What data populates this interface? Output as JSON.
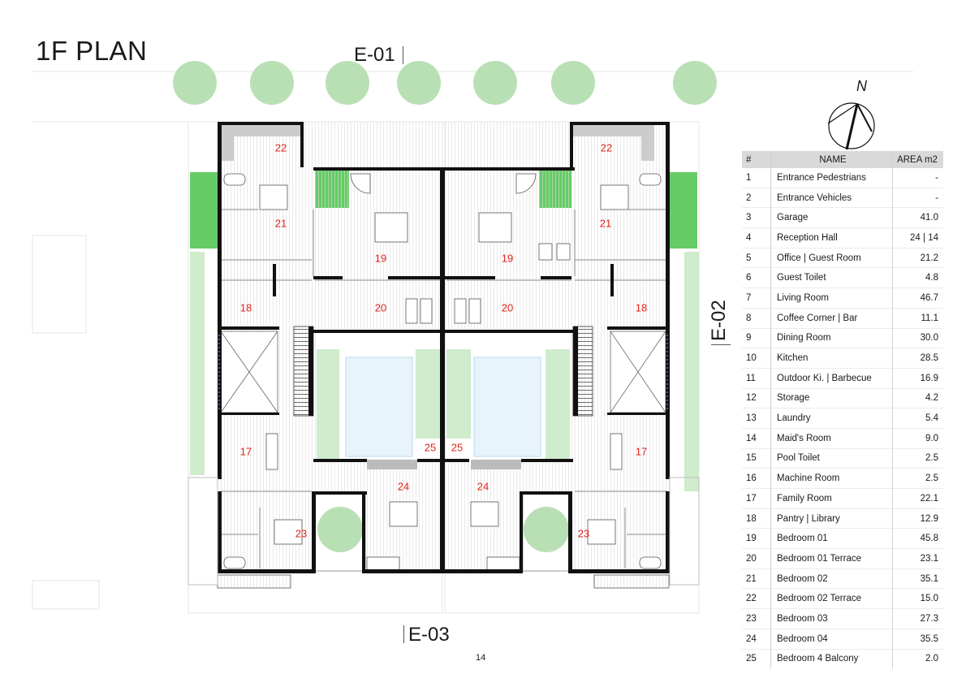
{
  "title": "1F PLAN",
  "elevations": {
    "top": "E-01",
    "right": "E-02",
    "bottom": "E-03"
  },
  "north_label": "N",
  "page_number": "14",
  "colors": {
    "room_number": "#e0241b",
    "greenery": "#66cc66",
    "tree": "#b9e0b4",
    "pool": "#e8f4fc",
    "wall": "#111111"
  },
  "plan_labels": {
    "terrace_02_left": "22",
    "terrace_02_right": "22",
    "bedroom_02_left": "21",
    "bedroom_02_right": "21",
    "bedroom_01_left": "19",
    "bedroom_01_right": "19",
    "terrace_01_left": "20",
    "terrace_01_right": "20",
    "pantry_left": "18",
    "pantry_right": "18",
    "family_left": "17",
    "family_right": "17",
    "balcony_left": "25",
    "balcony_right": "25",
    "bedroom_04_left": "24",
    "bedroom_04_right": "24",
    "bedroom_03_left": "23",
    "bedroom_03_right": "23"
  },
  "area_table": {
    "headers": {
      "num": "#",
      "name": "NAME",
      "area": "AREA m2"
    },
    "rows": [
      {
        "num": "1",
        "name": "Entrance Pedestrians",
        "area": "-"
      },
      {
        "num": "2",
        "name": "Entrance Vehicles",
        "area": "-"
      },
      {
        "num": "3",
        "name": "Garage",
        "area": "41.0"
      },
      {
        "num": "4",
        "name": "Reception Hall",
        "area": "24 | 14"
      },
      {
        "num": "5",
        "name": "Office | Guest Room",
        "area": "21.2"
      },
      {
        "num": "6",
        "name": "Guest Toilet",
        "area": "4.8"
      },
      {
        "num": "7",
        "name": "Living Room",
        "area": "46.7"
      },
      {
        "num": "8",
        "name": "Coffee Corner | Bar",
        "area": "11.1"
      },
      {
        "num": "9",
        "name": "Dining Room",
        "area": "30.0"
      },
      {
        "num": "10",
        "name": "Kitchen",
        "area": "28.5"
      },
      {
        "num": "11",
        "name": "Outdoor Ki. | Barbecue",
        "area": "16.9"
      },
      {
        "num": "12",
        "name": "Storage",
        "area": "4.2"
      },
      {
        "num": "13",
        "name": "Laundry",
        "area": "5.4"
      },
      {
        "num": "14",
        "name": "Maid's Room",
        "area": "9.0"
      },
      {
        "num": "15",
        "name": "Pool Toilet",
        "area": "2.5"
      },
      {
        "num": "16",
        "name": "Machine Room",
        "area": "2.5"
      },
      {
        "num": "17",
        "name": "Family Room",
        "area": "22.1"
      },
      {
        "num": "18",
        "name": "Pantry | Library",
        "area": "12.9"
      },
      {
        "num": "19",
        "name": "Bedroom 01",
        "area": "45.8"
      },
      {
        "num": "20",
        "name": "Bedroom 01 Terrace",
        "area": "23.1"
      },
      {
        "num": "21",
        "name": "Bedroom 02",
        "area": "35.1"
      },
      {
        "num": "22",
        "name": "Bedroom 02 Terrace",
        "area": "15.0"
      },
      {
        "num": "23",
        "name": "Bedroom 03",
        "area": "27.3"
      },
      {
        "num": "24",
        "name": "Bedroom 04",
        "area": "35.5"
      },
      {
        "num": "25",
        "name": "Bedroom 4 Balcony",
        "area": "2.0"
      }
    ]
  }
}
